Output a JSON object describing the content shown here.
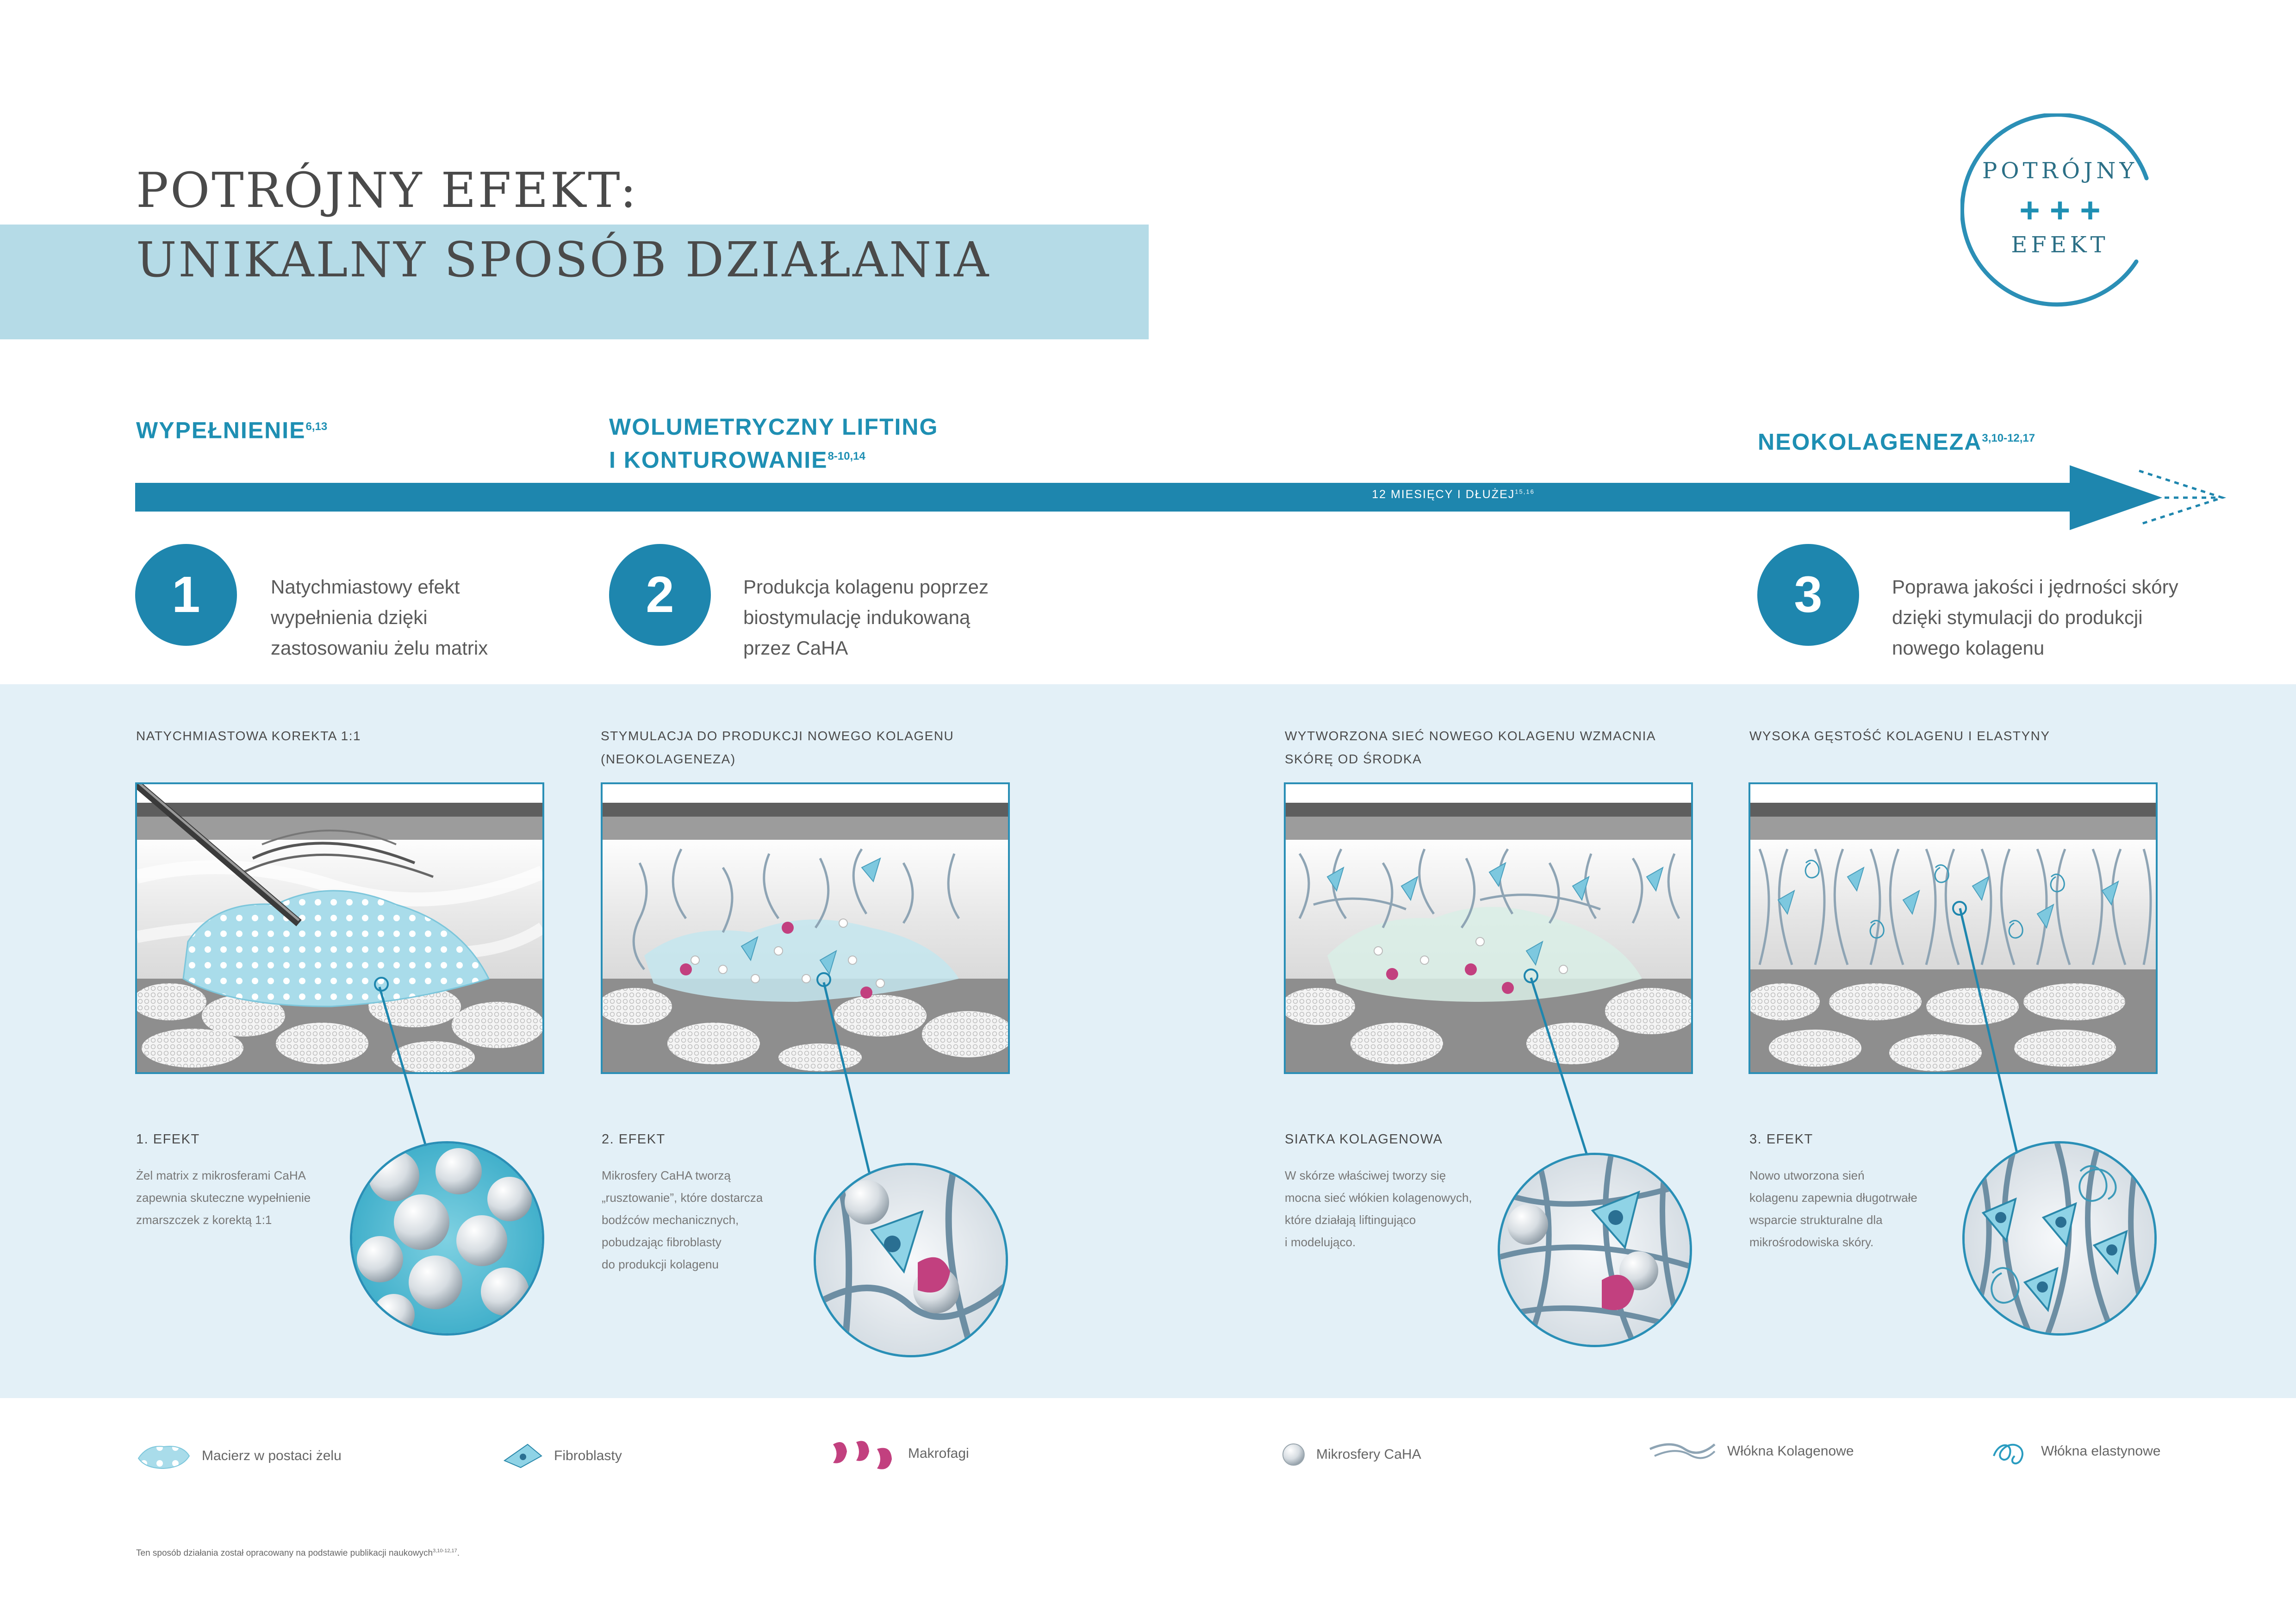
{
  "title": {
    "line1": "POTRÓJNY EFEKT:",
    "line2": "UNIKALNY SPOSÓB DZIAŁANIA"
  },
  "badge": {
    "top": "POTRÓJNY",
    "plus": "+ + +",
    "bottom": "EFEKT"
  },
  "phases": [
    {
      "label": "WYPEŁNIENIE",
      "sup": "6,13"
    },
    {
      "label_line1": "WOLUMETRYCZNY LIFTING",
      "label_line2": "I KONTUROWANIE",
      "sup": "8-10,14"
    },
    {
      "label": "NEOKOLAGENEZA",
      "sup": "3,10-12,17"
    }
  ],
  "timeline": {
    "label": "12 MIESIĘCY I DŁUŻEJ",
    "sup": "15,16"
  },
  "steps": [
    {
      "number": "1",
      "text": [
        "Natychmiastowy efekt",
        "wypełnienia dzięki",
        "zastosowaniu żelu matrix"
      ]
    },
    {
      "number": "2",
      "text": [
        "Produkcja kolagenu poprzez",
        "biostymulację indukowaną",
        "przez CaHA"
      ]
    },
    {
      "number": "3",
      "text": [
        "Poprawa jakości i jędrności skóry",
        "dzięki stymulacji do produkcji",
        "nowego kolagenu"
      ]
    }
  ],
  "panels": [
    {
      "caption": [
        "NATYCHMIASTOWA KOREKTA 1:1"
      ],
      "effect_title": "1. EFEKT",
      "effect_desc": [
        "Żel matrix z mikrosferami CaHA",
        "zapewnia skuteczne wypełnienie",
        "zmarszczek z korektą 1:1"
      ]
    },
    {
      "caption": [
        "STYMULACJA DO PRODUKCJI NOWEGO KOLAGENU",
        "(NEOKOLAGENEZA)"
      ],
      "effect_title": "2. EFEKT",
      "effect_desc": [
        "Mikrosfery CaHA tworzą",
        "„rusztowanie”, które dostarcza",
        "bodźców mechanicznych,",
        "pobudzając fibroblasty",
        "do produkcji kolagenu"
      ]
    },
    {
      "caption": [
        "WYTWORZONA SIEĆ NOWEGO KOLAGENU WZMACNIA",
        "SKÓRĘ OD ŚRODKA"
      ],
      "effect_title": "SIATKA KOLAGENOWA",
      "effect_desc": [
        "W skórze właściwej tworzy się",
        "mocna sieć włókien kolagenowych,",
        "które działają liftingująco",
        "i modelująco."
      ]
    },
    {
      "caption": [
        "WYSOKA GĘSTOŚĆ KOLAGENU I ELASTYNY"
      ],
      "effect_title": "3. EFEKT",
      "effect_desc": [
        "Nowo utworzona sień",
        "kolagenu zapewnia długotrwałe",
        "wsparcie strukturalne dla",
        "mikrośrodowiska skóry."
      ]
    }
  ],
  "legend": [
    {
      "label": "Macierz w postaci żelu",
      "icon": "gel-matrix-icon"
    },
    {
      "label": "Fibroblasty",
      "icon": "fibroblast-icon"
    },
    {
      "label": "Makrofagi",
      "icon": "macrophage-icon"
    },
    {
      "label": "Mikrosfery CaHA",
      "icon": "microsphere-icon"
    },
    {
      "label": "Włókna Kolagenowe",
      "icon": "collagen-fiber-icon"
    },
    {
      "label": "Włókna elastynowe",
      "icon": "elastin-fiber-icon"
    }
  ],
  "footnote": {
    "text": "Ten sposób działania został opracowany na podstawie publikacji naukowych",
    "sup": "3,10-12,17"
  },
  "colors": {
    "accent": "#1e86ae",
    "band": "#b5dbe7",
    "panel": "#e3f0f7",
    "gel": "#8fd3e6",
    "macrophage": "#c2407f",
    "collagen": "#8ea4b4"
  }
}
